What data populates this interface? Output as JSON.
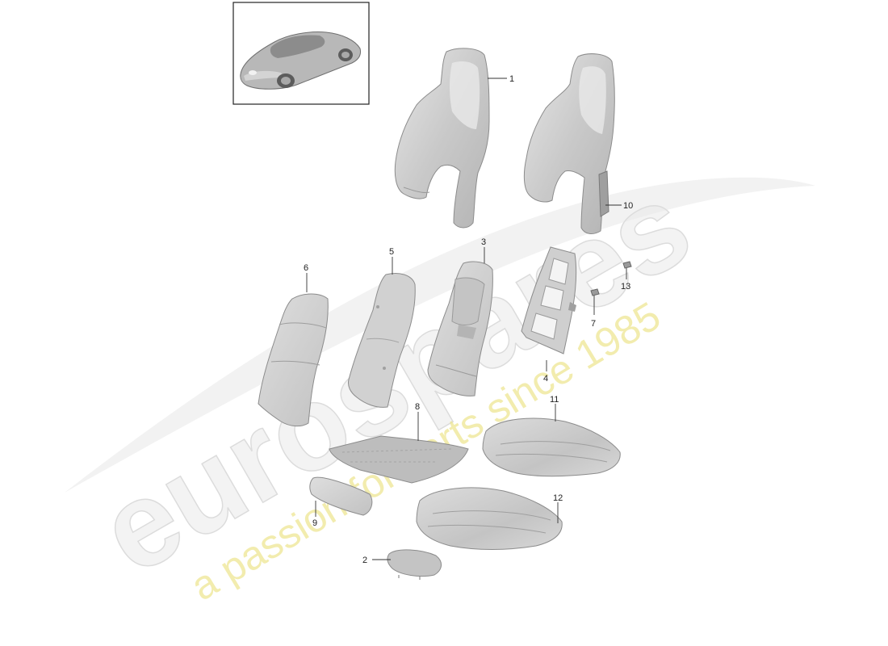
{
  "watermark": {
    "brand": "eurospares",
    "tagline": "a passion for parts since 1985"
  },
  "callouts": [
    {
      "id": "1",
      "label": "1"
    },
    {
      "id": "2",
      "label": "2"
    },
    {
      "id": "3",
      "label": "3"
    },
    {
      "id": "4",
      "label": "4"
    },
    {
      "id": "5",
      "label": "5"
    },
    {
      "id": "6",
      "label": "6"
    },
    {
      "id": "7",
      "label": "7"
    },
    {
      "id": "8",
      "label": "8"
    },
    {
      "id": "9",
      "label": "9"
    },
    {
      "id": "10",
      "label": "10"
    },
    {
      "id": "11",
      "label": "11"
    },
    {
      "id": "12",
      "label": "12"
    },
    {
      "id": "13",
      "label": "13"
    }
  ],
  "colors": {
    "part_fill": "#d6d6d6",
    "part_dark": "#b9b9b9",
    "part_light": "#ececec",
    "outline": "#8c8c8c",
    "watermark_brand": "#e9e9e9",
    "watermark_tagline": "#ece48c"
  }
}
